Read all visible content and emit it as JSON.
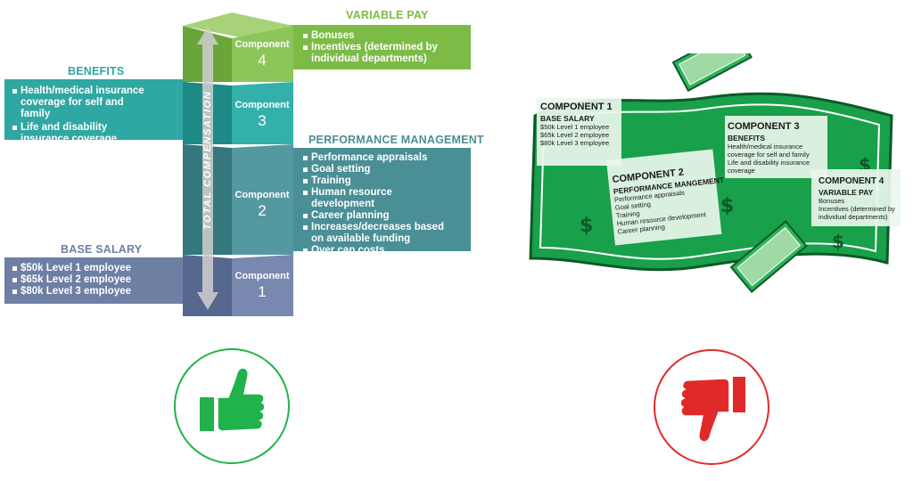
{
  "total_label": "TOTAL COMPENSATION",
  "component_word": "Component",
  "components": [
    {
      "number": "1",
      "color": "#6E7FA4"
    },
    {
      "number": "2",
      "color": "#4A8F95"
    },
    {
      "number": "3",
      "color": "#2FA7A2"
    },
    {
      "number": "4",
      "color": "#7DBB47"
    }
  ],
  "base_salary": {
    "heading": "BASE SALARY",
    "items": [
      "$50k Level 1 employee",
      "$65k Level 2 employee",
      "$80k Level 3 employee"
    ]
  },
  "performance": {
    "heading": "PERFORMANCE MANAGEMENT",
    "items": [
      "Performance appraisals",
      "Goal setting",
      "Training",
      "Human resource development",
      "Career planning",
      "Increases/decreases based on available funding",
      "Over cap costs"
    ]
  },
  "benefits": {
    "heading": "BENEFITS",
    "items": [
      "Health/medical insurance coverage for self and family",
      "Life and disability insurance coverage"
    ]
  },
  "variable_pay": {
    "heading": "VARIABLE PAY",
    "items": [
      "Bonuses",
      "Incentives (determined by individual departments)"
    ]
  },
  "money_cards": {
    "c1": {
      "title": "COMPONENT 1",
      "subtitle": "BASE SALARY",
      "lines": [
        "$50k Level 1 employee",
        "$65k Level 2 employee",
        "$80k Level 3 employee"
      ]
    },
    "c2": {
      "title": "COMPONENT 2",
      "subtitle": "PERFORMANCE MANGEMENT",
      "lines": [
        "Performance appraisals",
        "Goal setting",
        "Training",
        "Human resource development",
        "Career planning"
      ]
    },
    "c3": {
      "title": "COMPONENT 3",
      "subtitle": "BENEFITS",
      "lines": [
        "Health/medical insurance",
        "coverage for self and family",
        "Life and disability insurance",
        "coverage"
      ]
    },
    "c4": {
      "title": "COMPONENT 4",
      "subtitle": "VARIABLE PAY",
      "lines": [
        "Bonuses",
        "Incentives (determined by",
        "individual departments)"
      ]
    }
  },
  "colors": {
    "thumbs_up": "#22B24C",
    "thumbs_down": "#E02A2A",
    "money_green": "#19A04A"
  },
  "icons": {
    "approve": "thumbs-up-icon",
    "reject": "thumbs-down-icon",
    "money": "dollar-bill-icon"
  }
}
